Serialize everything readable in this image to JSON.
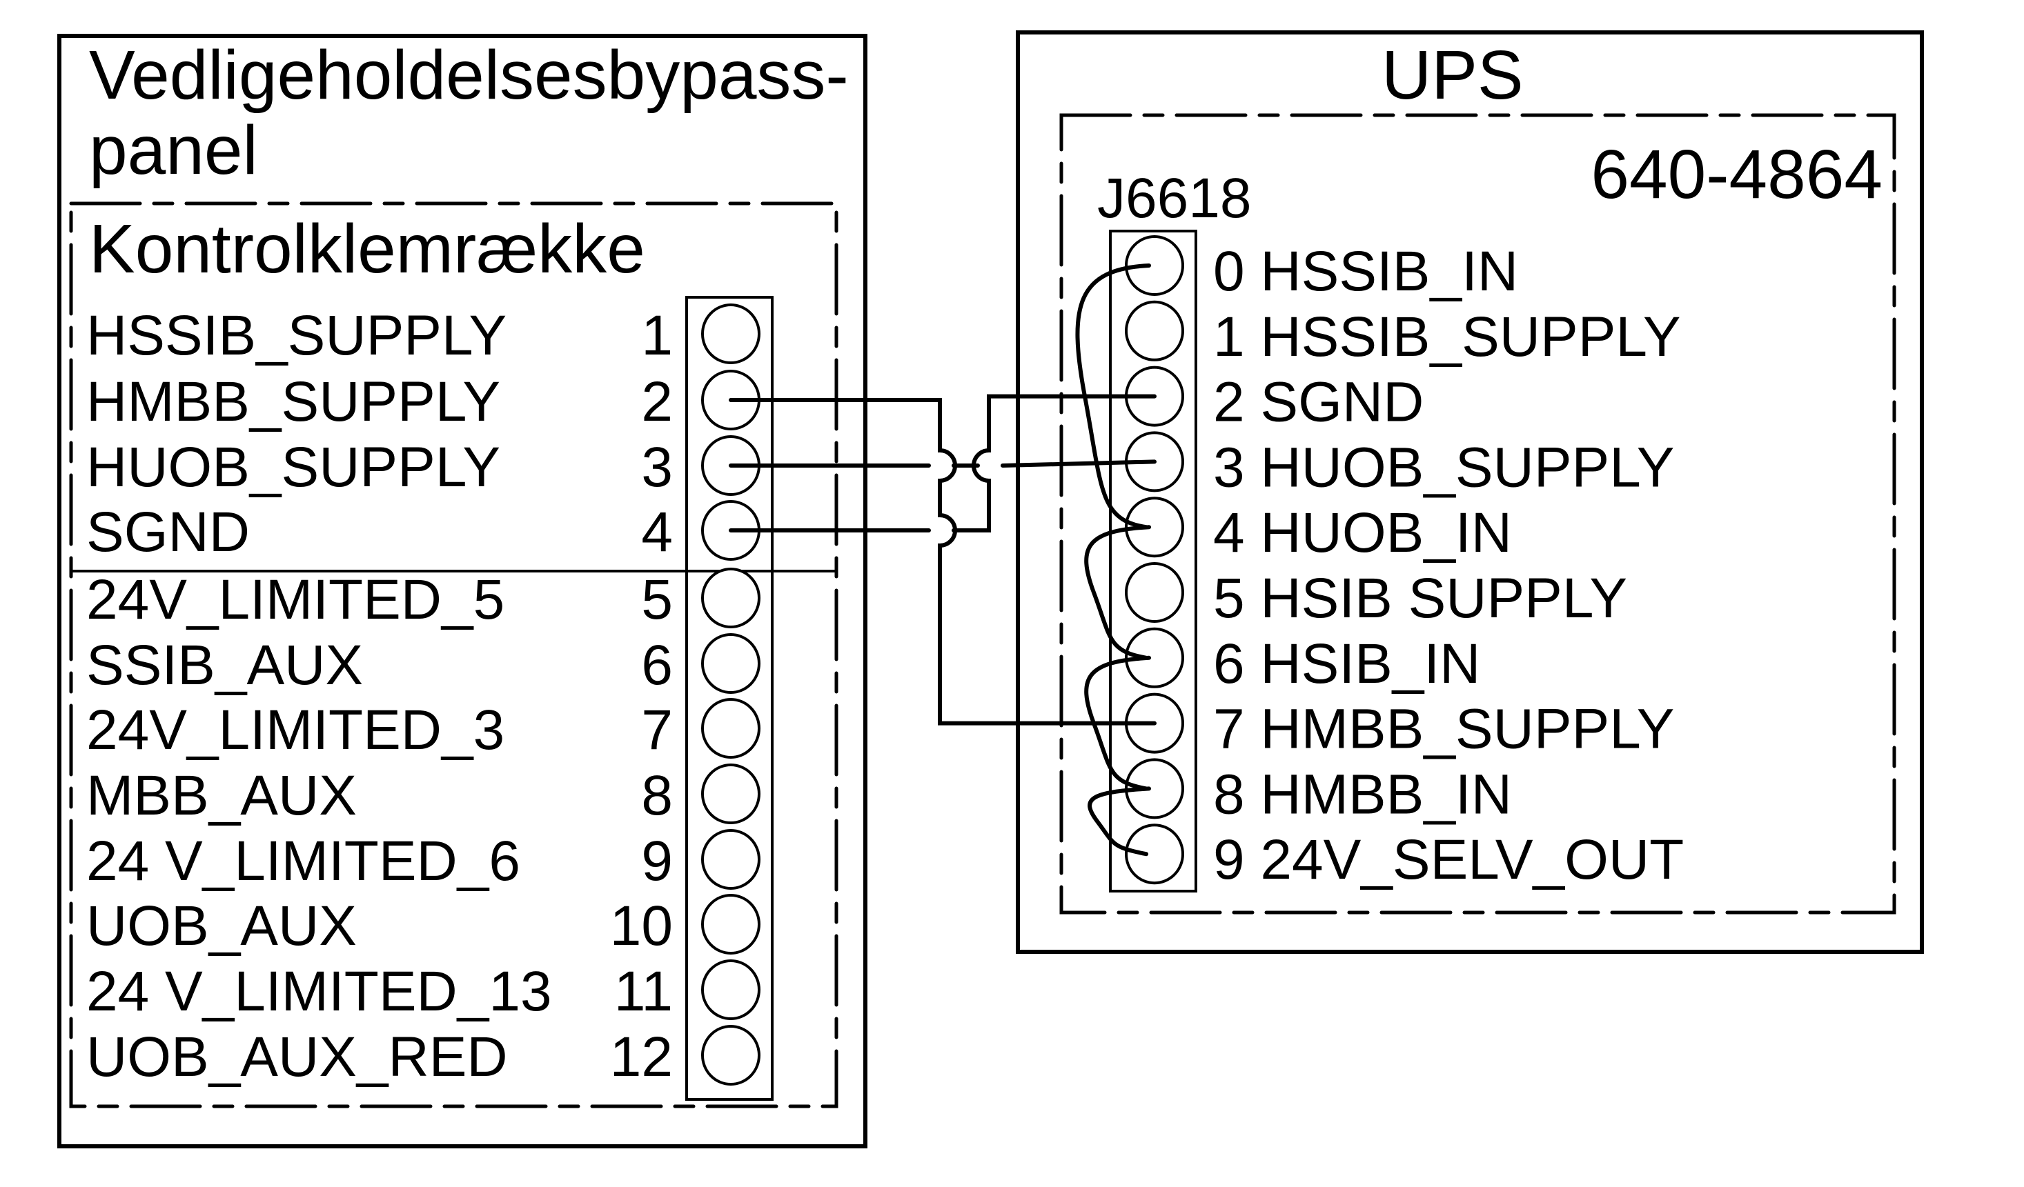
{
  "left_panel": {
    "title_line1": "Vedligeholdelsesbypass-",
    "title_line2": "panel",
    "terminal_block_title": "Kontrolklemrække",
    "terminals": [
      {
        "number": "1",
        "label": "HSSIB_SUPPLY"
      },
      {
        "number": "2",
        "label": "HMBB_SUPPLY"
      },
      {
        "number": "3",
        "label": "HUOB_SUPPLY"
      },
      {
        "number": "4",
        "label": "SGND"
      },
      {
        "number": "5",
        "label": "24V_LIMITED_5"
      },
      {
        "number": "6",
        "label": "SSIB_AUX"
      },
      {
        "number": "7",
        "label": "24V_LIMITED_3"
      },
      {
        "number": "8",
        "label": "MBB_AUX"
      },
      {
        "number": "9",
        "label": "24 V_LIMITED_6"
      },
      {
        "number": "10",
        "label": "UOB_AUX"
      },
      {
        "number": "11",
        "label": "24 V_LIMITED_13"
      },
      {
        "number": "12",
        "label": "UOB_AUX_RED"
      }
    ]
  },
  "ups_panel": {
    "title": "UPS",
    "board_part_number": "640-4864",
    "connector_name": "J6618",
    "pins": [
      {
        "number": "0",
        "label": "HSSIB_IN"
      },
      {
        "number": "1",
        "label": "HSSIB_SUPPLY"
      },
      {
        "number": "2",
        "label": "SGND"
      },
      {
        "number": "3",
        "label": "HUOB_SUPPLY"
      },
      {
        "number": "4",
        "label": "HUOB_IN"
      },
      {
        "number": "5",
        "label": "HSIB SUPPLY"
      },
      {
        "number": "6",
        "label": "HSIB_IN"
      },
      {
        "number": "7",
        "label": "HMBB_SUPPLY"
      },
      {
        "number": "8",
        "label": "HMBB_IN"
      },
      {
        "number": "9",
        "label": "24V_SELV_OUT"
      }
    ]
  },
  "connections": [
    {
      "from_terminal": "2",
      "to_pin": "7",
      "signal": "HMBB_SUPPLY"
    },
    {
      "from_terminal": "3",
      "to_pin": "3",
      "signal": "HUOB_SUPPLY"
    },
    {
      "from_terminal": "4",
      "to_pin": "2",
      "signal": "SGND"
    }
  ],
  "jumpers": [
    {
      "from_pin": "0",
      "to_pin": "4"
    },
    {
      "from_pin": "4",
      "to_pin": "6"
    },
    {
      "from_pin": "6",
      "to_pin": "8"
    },
    {
      "from_pin": "8",
      "to_pin": "9"
    }
  ]
}
